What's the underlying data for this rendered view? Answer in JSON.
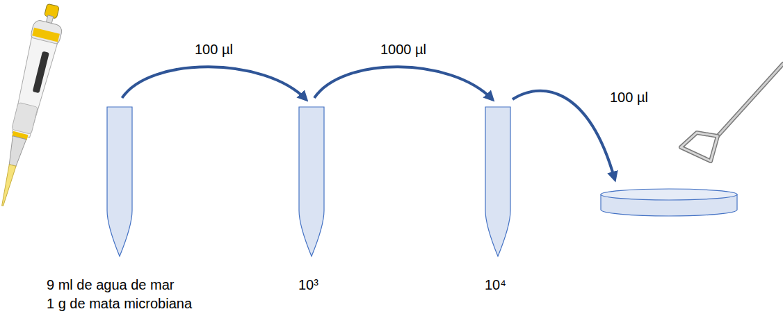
{
  "diagram": {
    "nodes": [
      {
        "text": [
          "9 ml de agua de mar",
          "1 g de mata microbiana"
        ]
      },
      {
        "text": [
          "10³"
        ]
      },
      {
        "text": [
          "10⁴"
        ]
      }
    ],
    "edges": [
      {
        "from": 0,
        "to": 1,
        "arrow": "to",
        "label": "100 µl"
      },
      {
        "from": 1,
        "to": 2,
        "arrow": "to",
        "label": "1000 µl"
      }
    ],
    "labels": [
      "100 µl"
    ]
  }
}
